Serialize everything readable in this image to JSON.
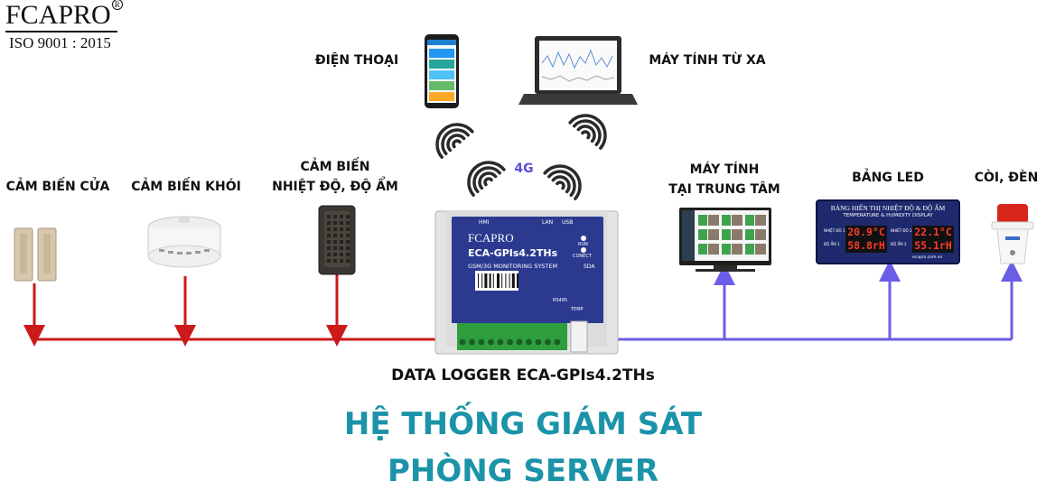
{
  "brand": {
    "logo": "FCAPRO",
    "iso": "ISO 9001 : 2015"
  },
  "labels": {
    "phone": "ĐIỆN THOẠI",
    "remote_pc": "MÁY TÍNH TỪ XA",
    "door_sensor": "CẢM BIẾN CỬA",
    "smoke_sensor": "CẢM BIẾN KHÓI",
    "temp_sensor_line1": "CẢM BIẾN",
    "temp_sensor_line2": "NHIỆT ĐỘ, ĐỘ ẨM",
    "network": "4G",
    "central_pc_line1": "MÁY TÍNH",
    "central_pc_line2": "TẠI TRUNG TÂM",
    "led_board": "BẢNG LED",
    "siren": "CÒI, ĐÈN"
  },
  "logger": {
    "brand": "FCAPRO",
    "model": "ECA-GPIs4.2THs",
    "subtitle": "GSM/3G MONITORING SYSTEM",
    "port_hmi": "HMI",
    "port_lan": "LAN",
    "port_usb": "USB",
    "led_run": "RUN",
    "led_conect": "CONECT",
    "sda": "SDA",
    "rs485": "RS485",
    "temp": "TEMP"
  },
  "led_display": {
    "header": "BẢNG HIỂN THỊ NHIỆT ĐỘ & ĐỘ ẨM",
    "subheader": "TEMPERATURE & HUMIDITY DISPLAY",
    "temp1": "20.9°C",
    "hum1": "58.8rH",
    "temp2": "22.1°C",
    "hum2": "55.1rH",
    "label_t1": "NHIỆT ĐỘ 1",
    "label_h1": "ĐỘ ẨM 1",
    "label_t2": "NHIỆT ĐỘ 2",
    "label_h2": "ĐỘ ẨM 2",
    "site": "ecapro.com.vn"
  },
  "device_name": "DATA LOGGER ECA-GPIs4.2THs",
  "title_line1": "HỆ THỐNG GIÁM SÁT",
  "title_line2": "PHÒNG SERVER",
  "colors": {
    "input_line": "#cc1a1a",
    "output_line": "#6b5ee6",
    "title": "#1b93a8",
    "device_blue": "#2b3a8f"
  }
}
